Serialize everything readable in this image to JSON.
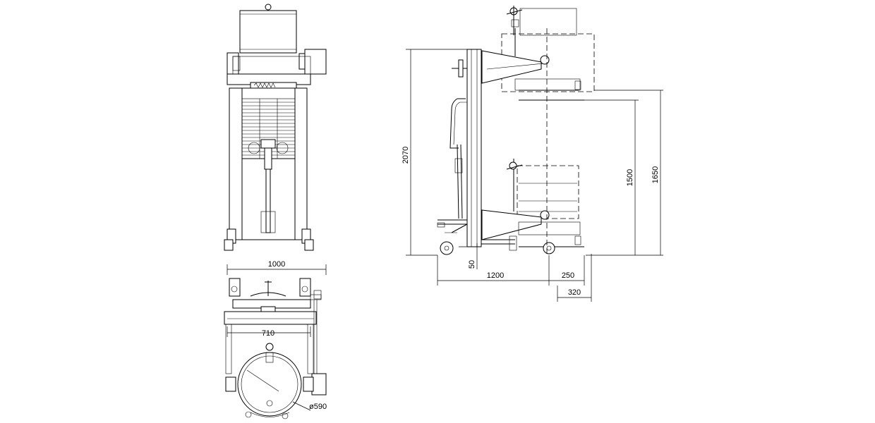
{
  "dimensions": {
    "front_width": "1000",
    "top_inner_width": "710",
    "drum_diameter": "ø590",
    "overall_height": "2070",
    "lift_height_max": "1650",
    "lift_height_mid": "1500",
    "ground_clearance": "50",
    "wheelbase": "1200",
    "overhang": "250",
    "drum_offset": "320"
  },
  "colors": {
    "line": "#000000",
    "background": "#ffffff"
  }
}
